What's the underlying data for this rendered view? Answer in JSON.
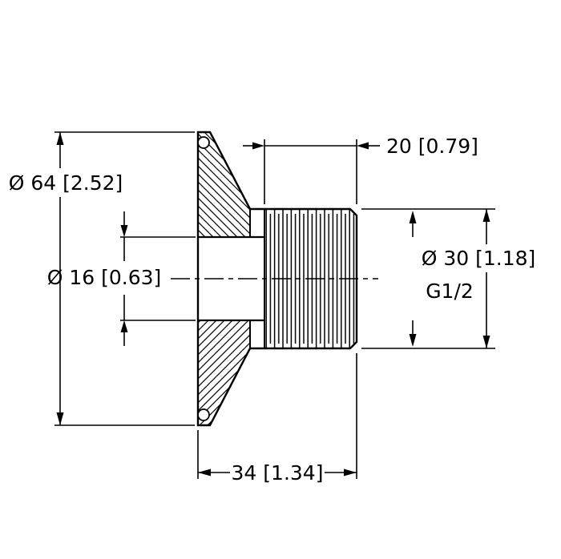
{
  "drawing": {
    "type": "technical-drawing",
    "background_color": "#ffffff",
    "line_color": "#000000",
    "labels": {
      "flange_diameter": "Ø 64 [2.52]",
      "bore_diameter": "Ø 16 [0.63]",
      "thread_length": "20 [0.79]",
      "body_diameter": "Ø 30 [1.18]",
      "thread_spec": "G1/2",
      "overall_length": "34 [1.34]"
    }
  }
}
